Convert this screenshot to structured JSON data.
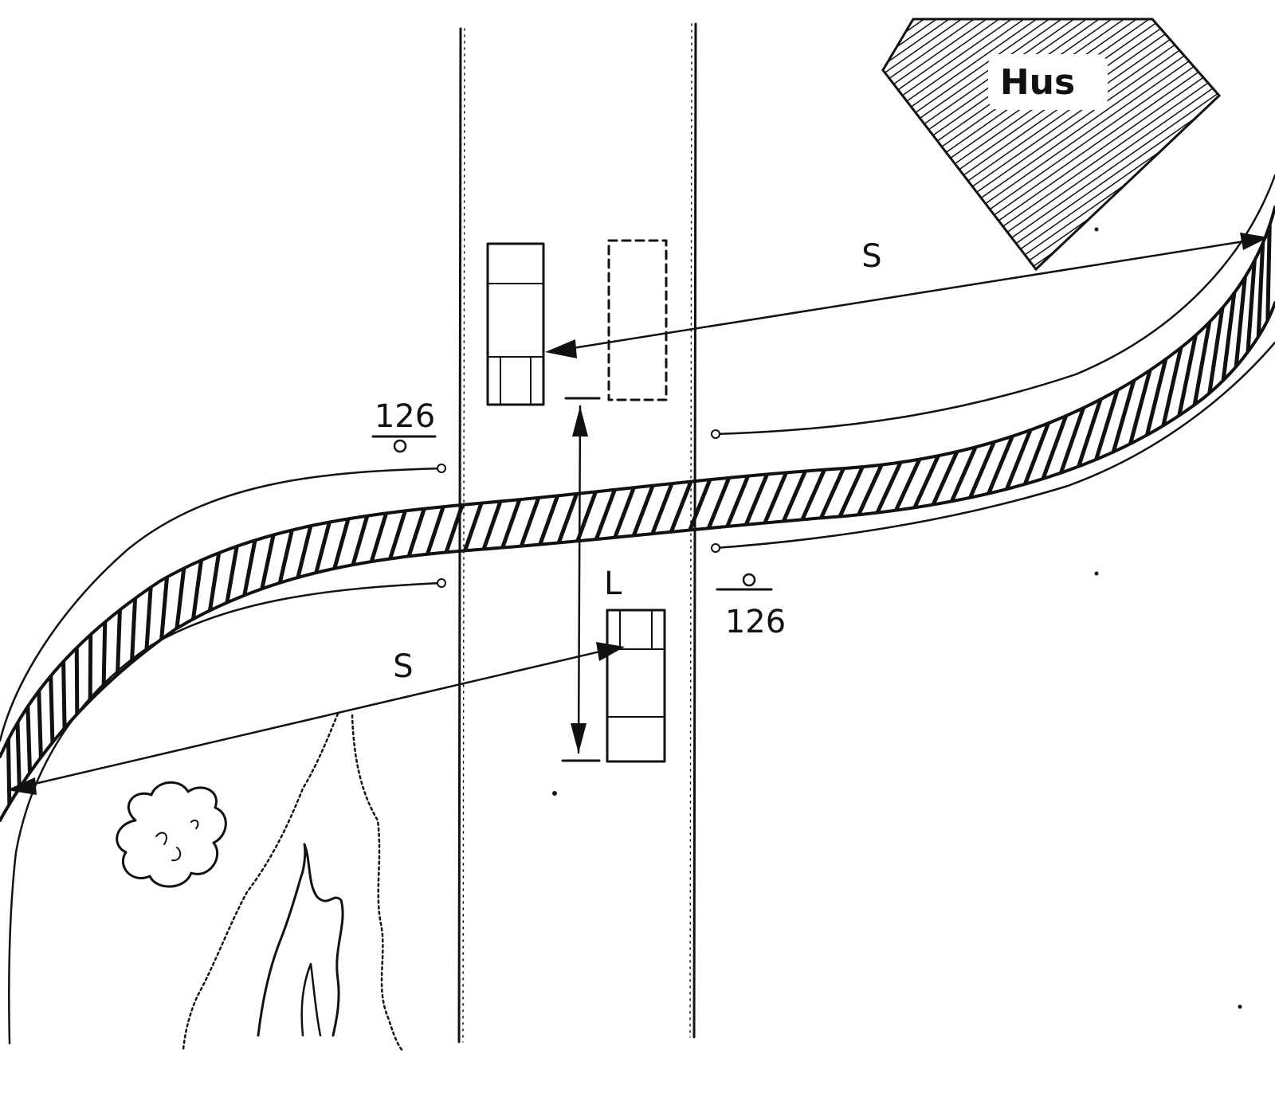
{
  "labels": {
    "house": "Hus",
    "sight_distance_top": "S",
    "sight_distance_bottom": "S",
    "length_marker": "L",
    "sign_left_number": "126",
    "sign_right_number": "126"
  },
  "colors": {
    "ink": "#111111",
    "paper": "#ffffff",
    "rail_fill": "#ffffff"
  },
  "icons": {
    "left_sign": "crossing-sign-icon",
    "right_sign": "crossing-sign-icon",
    "bush": "bush-icon",
    "trees": "tree-cluster-icon",
    "house": "house-hatched-icon"
  }
}
